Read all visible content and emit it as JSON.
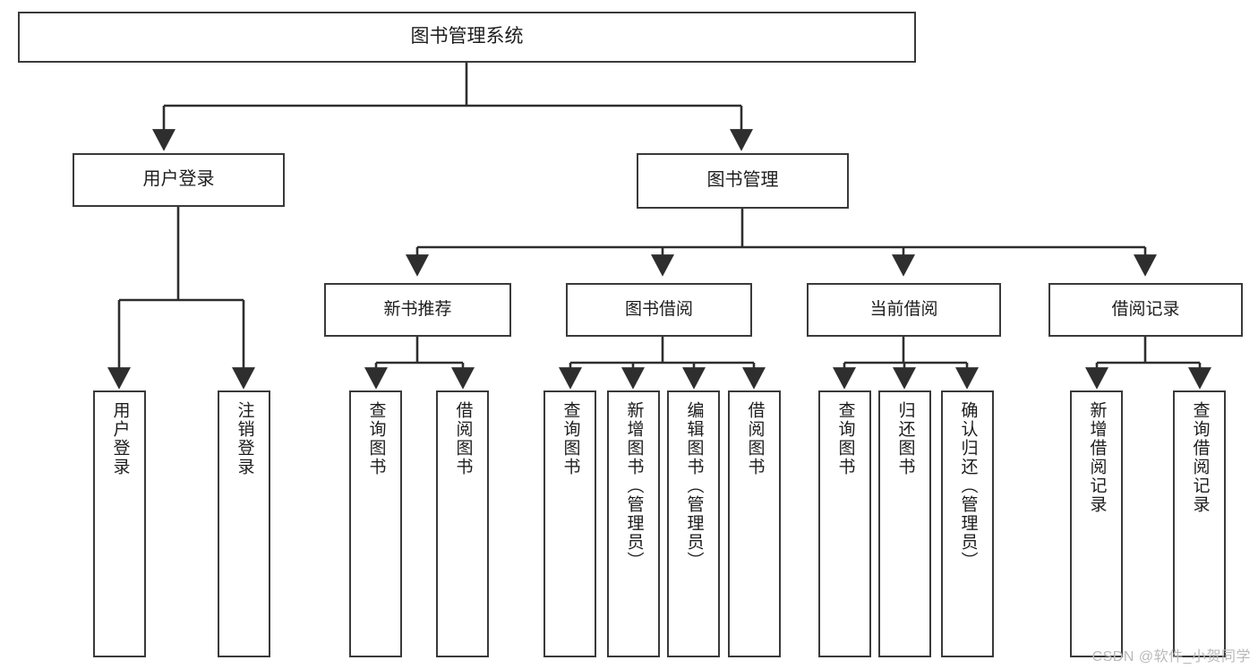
{
  "diagram": {
    "type": "tree-hierarchy",
    "title": "图书管理系统",
    "watermark": "CSDN @软件_小贺同学",
    "colors": {
      "stroke": "#3a3a3a",
      "fill": "#ffffff",
      "text": "#1d1d1d",
      "watermark": "#b9b9b9"
    },
    "nodes": {
      "root": {
        "label": "图书管理系统"
      },
      "level2": [
        {
          "label": "用户登录"
        },
        {
          "label": "图书管理"
        }
      ],
      "level3": [
        {
          "label": "新书推荐"
        },
        {
          "label": "图书借阅"
        },
        {
          "label": "当前借阅"
        },
        {
          "label": "借阅记录"
        }
      ],
      "leaves": {
        "user_login": [
          {
            "label": "用户登录"
          },
          {
            "label": "注销登录"
          }
        ],
        "new_book_recommend": [
          {
            "label": "查询图书"
          },
          {
            "label": "借阅图书"
          }
        ],
        "book_borrow": [
          {
            "label": "查询图书"
          },
          {
            "label": "新增图书（管理员）"
          },
          {
            "label": "编辑图书（管理员）"
          },
          {
            "label": "借阅图书"
          }
        ],
        "current_borrow": [
          {
            "label": "查询图书"
          },
          {
            "label": "归还图书"
          },
          {
            "label": "确认归还（管理员）"
          }
        ],
        "borrow_records": [
          {
            "label": "新增借阅记录"
          },
          {
            "label": "查询借阅记录"
          }
        ]
      }
    }
  }
}
